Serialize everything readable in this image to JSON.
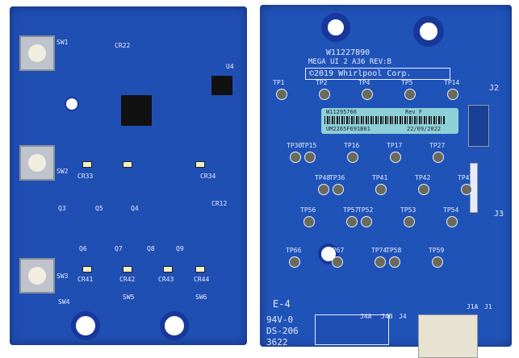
{
  "left_board": {
    "switches": [
      "SW1",
      "SW2",
      "SW3",
      "SW4",
      "SW5",
      "SW6"
    ],
    "leds": [
      "CR33",
      "CR34",
      "CR41",
      "CR42",
      "CR43",
      "CR44",
      "CR12",
      "CR22"
    ],
    "chip_labels": [
      "U4",
      "Q3",
      "Q4",
      "Q5",
      "Q6",
      "Q7",
      "Q8",
      "Q9"
    ]
  },
  "right_board": {
    "part_number": "W11227890",
    "board_name": "MEGA UI 2 A36 REV:B",
    "copyright": "©2019 Whirlpool Corp.",
    "sticker": {
      "part": "W11295766",
      "rev": "Rev F",
      "serial": "UM2265F691B01",
      "date": "22/09/2022"
    },
    "markings": [
      "E-4",
      "94V-0",
      "DS-206",
      "3622"
    ],
    "connectors": [
      "J1",
      "J1A",
      "J2",
      "J3",
      "J4",
      "J4A",
      "J4B"
    ],
    "test_points": [
      "TP1",
      "TP2",
      "TP4",
      "TP5",
      "TP14",
      "TP15",
      "TP16",
      "TP17",
      "TP27",
      "TP30",
      "TP36",
      "TP41",
      "TP42",
      "TP43",
      "TP48",
      "TP52",
      "TP53",
      "TP54",
      "TP56",
      "TP57",
      "TP58",
      "TP59",
      "TP66",
      "TP67",
      "TP74"
    ]
  }
}
